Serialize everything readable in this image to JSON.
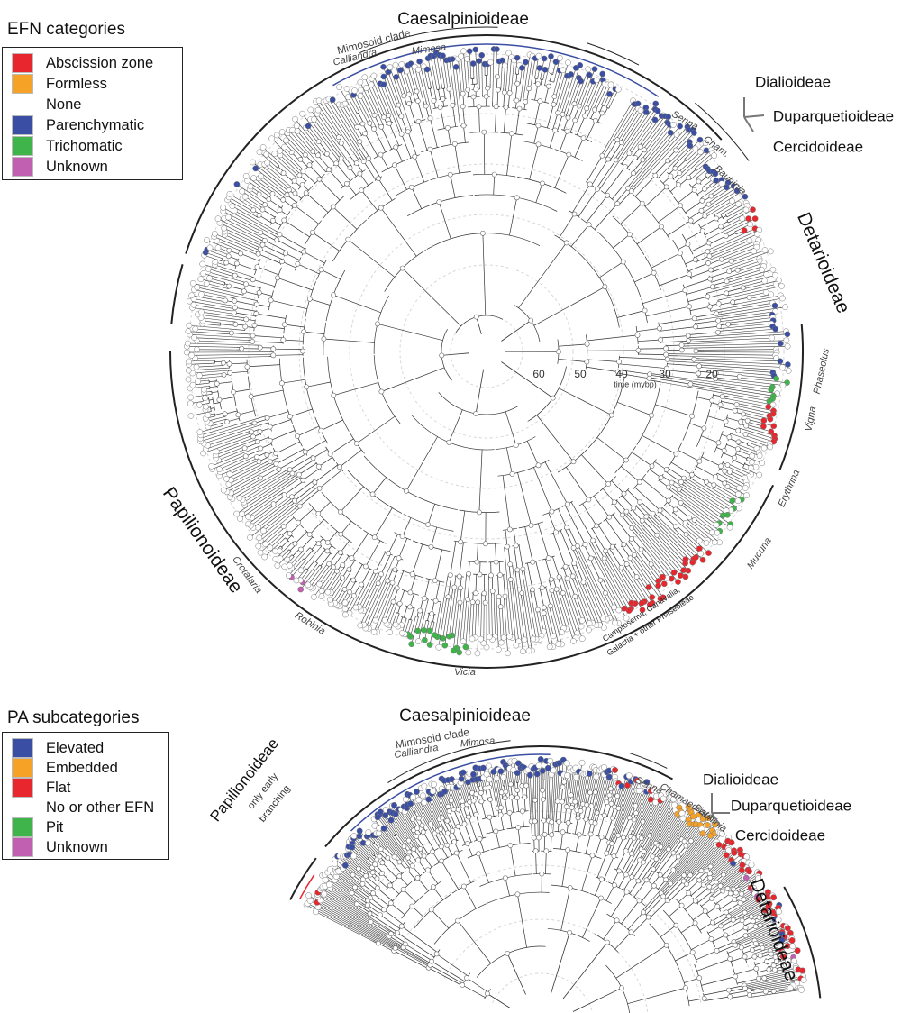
{
  "legend1": {
    "title": "EFN categories",
    "items": [
      {
        "label": "Abscission zone",
        "color": "#e8262d"
      },
      {
        "label": "Formless",
        "color": "#f5a226"
      },
      {
        "label": "None",
        "color": "#ffffff"
      },
      {
        "label": "Parenchymatic",
        "color": "#3a4ea3"
      },
      {
        "label": "Trichomatic",
        "color": "#3fb44a"
      },
      {
        "label": "Unknown",
        "color": "#c160b0"
      }
    ]
  },
  "legend2": {
    "title": "PA subcategories",
    "items": [
      {
        "label": "Elevated",
        "color": "#3a4ea3"
      },
      {
        "label": "Embedded",
        "color": "#f5a226"
      },
      {
        "label": "Flat",
        "color": "#e8262d"
      },
      {
        "label": "No or other EFN",
        "color": "#ffffff"
      },
      {
        "label": "Pit",
        "color": "#3fb44a"
      },
      {
        "label": "Unknown",
        "color": "#c160b0"
      }
    ]
  },
  "tree1": {
    "subfamilies": {
      "caesalpinioideae": "Caesalpinioideae",
      "dialioideae": "Dialioideae",
      "duparquetioideae": "Duparquetioideae",
      "cercidoideae": "Cercidoideae",
      "detarioideae": "Detarioideae",
      "papilionoideae": "Papilionoideae"
    },
    "clades": {
      "mimosoid": "Mimosoid clade",
      "calliandra": "Calliandra",
      "mimosa": "Mimosa",
      "senna": "Senna",
      "cham": "Cham.",
      "bauhinia": "Bauhinia",
      "phaseolus": "Phaseolus",
      "vigna": "Vigna",
      "erythrina": "Erythrina",
      "mucuna": "Mucuna",
      "camptosema1": "Camptosema, Canavalia,",
      "camptosema2": "Galactia + other Phaseoleae",
      "vicia": "Vicia",
      "robinia": "Robinia",
      "crotalaria": "Crotalaria"
    },
    "time_axis": {
      "ticks": [
        "60",
        "50",
        "40",
        "30",
        "20"
      ],
      "label": "time (mybp)"
    }
  },
  "tree2": {
    "subfamilies": {
      "caesalpinioideae": "Caesalpinioideae",
      "dialioideae": "Dialioideae",
      "duparquetioideae": "Duparquetioideae",
      "cercidoideae": "Cercidoideae",
      "detarioideae": "Detarioideae",
      "papilionoideae": "Papilionoideae",
      "only_early_1": "only early",
      "only_early_2": "branching"
    },
    "clades": {
      "mimosoid": "Mimosoid clade",
      "calliandra": "Calliandra",
      "mimosa": "Mimosa",
      "senna": "Senna",
      "chamaecrista": "Chamaecrista",
      "bauhinia": "Bauhinia"
    }
  }
}
